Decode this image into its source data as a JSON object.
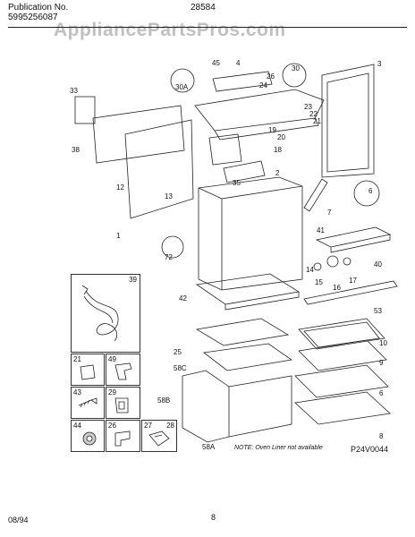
{
  "header": {
    "publication_label": "Publication No.",
    "publication_number": "5995256087",
    "model": "28584"
  },
  "watermark": "AppliancePartsPros.com",
  "footer": {
    "date": "08/94",
    "page": "8"
  },
  "note": "NOTE: Oven Liner not available",
  "figure_code": "P24V0044",
  "callouts": [
    "45",
    "4",
    "30",
    "26",
    "3",
    "33",
    "30A",
    "24",
    "23",
    "22",
    "21",
    "19",
    "20",
    "38",
    "18",
    "2",
    "12",
    "35",
    "6",
    "13",
    "7",
    "1",
    "41",
    "72",
    "40",
    "14",
    "15",
    "16",
    "17",
    "42",
    "53",
    "25",
    "10",
    "58C",
    "9",
    "58B",
    "6",
    "8",
    "58A",
    "39",
    "21",
    "49",
    "43",
    "29",
    "44",
    "26",
    "27",
    "28"
  ],
  "parts_boxes": [
    {
      "label": "39"
    },
    {
      "label": "21"
    },
    {
      "label": "49"
    },
    {
      "label": "43"
    },
    {
      "label": "29"
    },
    {
      "label": "44"
    },
    {
      "label": "26"
    },
    {
      "label": "27"
    },
    {
      "label": "28"
    }
  ]
}
